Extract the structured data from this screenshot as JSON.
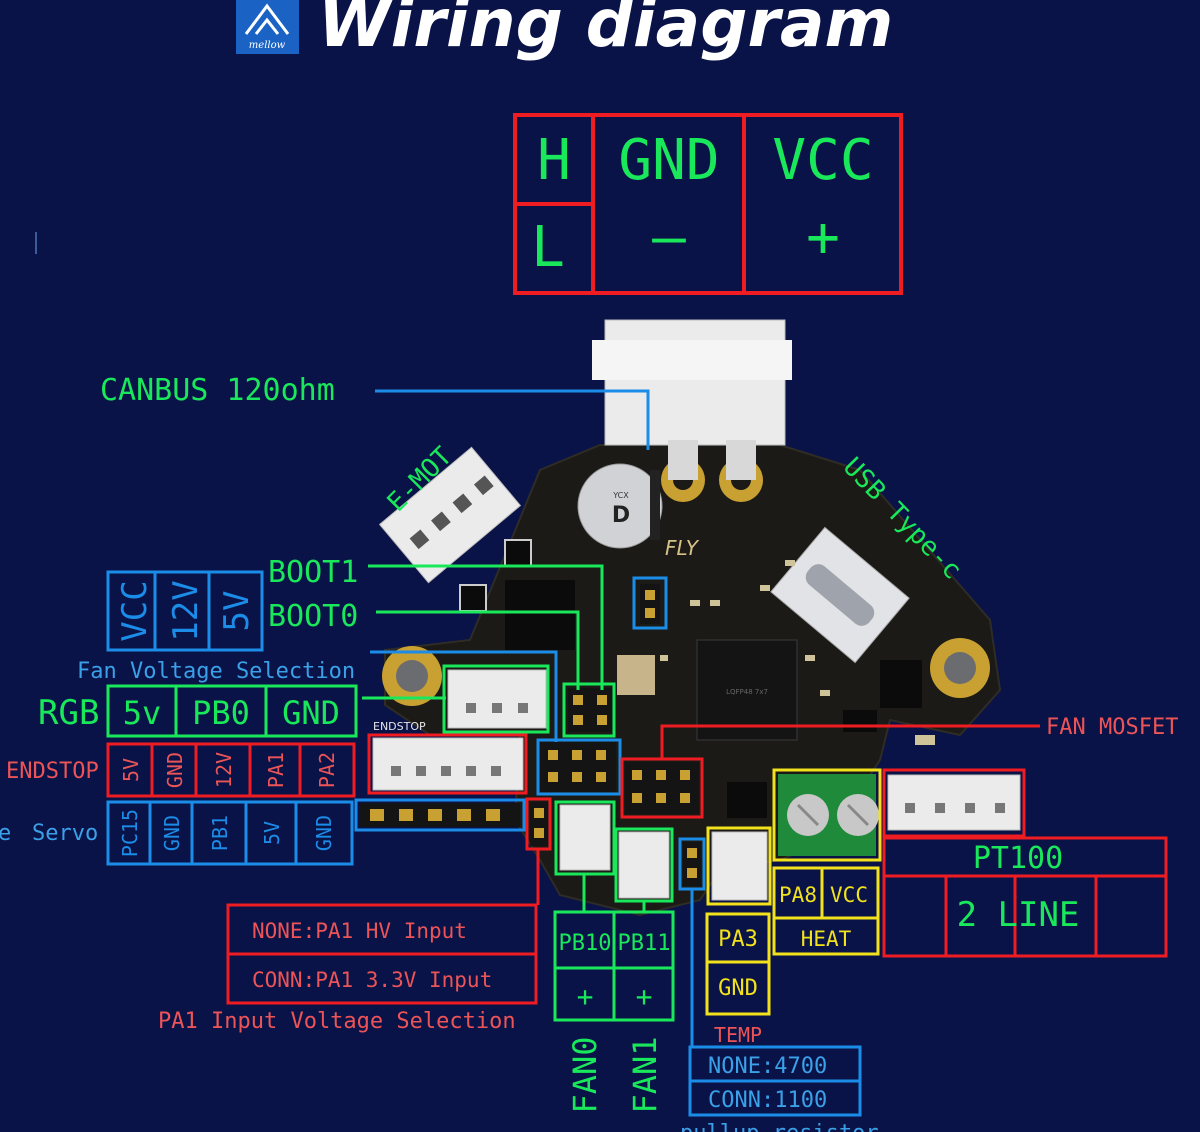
{
  "header": {
    "logo_text": "mellow",
    "title": "Wiring diagram"
  },
  "power_table": {
    "h": "H",
    "l": "L",
    "gnd": "GND",
    "vcc": "VCC",
    "minus": "—",
    "plus": "+"
  },
  "labels": {
    "canbus": "CANBUS 120ohm",
    "emot": "E-MOT",
    "usb": "USB Type-c",
    "boot1": "BOOT1",
    "boot0": "BOOT0",
    "fan_voltage_caption": "Fan Voltage Selection",
    "fan_mosfet": "FAN MOSFET",
    "endstop_side": "ENDSTOP",
    "servo_side": "Servo",
    "servo_prefix": "e",
    "pa1_caption": "PA1 Input Voltage Selection",
    "temp": "TEMP",
    "pullup": "pullup resistor",
    "fan0": "FAN0",
    "fan1": "FAN1",
    "board_endstop": "ENDSTOP",
    "board_fly": "FLY",
    "board_chip": "LQFP48 7x7"
  },
  "fan_voltage": [
    "VCC",
    "12V",
    "5V"
  ],
  "rgb": {
    "label": "RGB",
    "pins": [
      "5v",
      "PB0",
      "GND"
    ]
  },
  "endstop_pins": [
    "5V",
    "GND",
    "12V",
    "PA1",
    "PA2"
  ],
  "servo_pins": [
    "PC15",
    "GND",
    "PB1",
    "5V",
    "GND"
  ],
  "pa1_options": [
    "NONE:PA1 HV Input",
    "CONN:PA1 3.3V Input"
  ],
  "fans": {
    "pins": [
      "PB10",
      "PB11"
    ],
    "polarity": [
      "+",
      "+"
    ]
  },
  "temp_pins": [
    "PA3",
    "GND"
  ],
  "heat": {
    "pins": [
      "PA8",
      "VCC"
    ],
    "label": "HEAT"
  },
  "pt100": {
    "title": "PT100",
    "mode": "2 LINE"
  },
  "pullup_options": [
    "NONE:4700",
    "CONN:1100"
  ],
  "colors": {
    "background": "#0a1348",
    "red": "#ef1c22",
    "green": "#19e85b",
    "blue": "#1b8de8",
    "yellow": "#f2e21c",
    "label_red": "#ec5457",
    "caption_blue": "#3aa0e8",
    "pcb": "#1b1a16",
    "connector": "#ebebeb",
    "gold": "#c9a032"
  }
}
